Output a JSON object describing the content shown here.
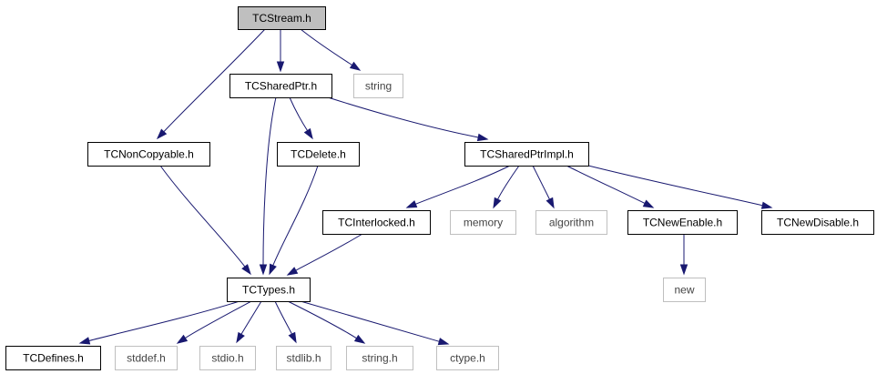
{
  "diagram": {
    "type": "include-dependency-graph",
    "colors": {
      "edge": "#191970",
      "root_fill": "#bfbfbf",
      "node_fill": "#ffffff",
      "node_border": "#000000",
      "external_border": "#bfbfbf"
    },
    "nodes": [
      {
        "id": "tcstream",
        "label": "TCStream.h",
        "kind": "root"
      },
      {
        "id": "string",
        "label": "string",
        "kind": "external"
      },
      {
        "id": "tcsharedptr",
        "label": "TCSharedPtr.h",
        "kind": "header"
      },
      {
        "id": "tcnoncopyable",
        "label": "TCNonCopyable.h",
        "kind": "header"
      },
      {
        "id": "tcdelete",
        "label": "TCDelete.h",
        "kind": "header"
      },
      {
        "id": "tcsharedptrimpl",
        "label": "TCSharedPtrImpl.h",
        "kind": "header"
      },
      {
        "id": "tcinterlocked",
        "label": "TCInterlocked.h",
        "kind": "header"
      },
      {
        "id": "memory",
        "label": "memory",
        "kind": "external"
      },
      {
        "id": "algorithm",
        "label": "algorithm",
        "kind": "external"
      },
      {
        "id": "tcnewenable",
        "label": "TCNewEnable.h",
        "kind": "header"
      },
      {
        "id": "tcnewdisable",
        "label": "TCNewDisable.h",
        "kind": "header"
      },
      {
        "id": "new",
        "label": "new",
        "kind": "external"
      },
      {
        "id": "tctypes",
        "label": "TCTypes.h",
        "kind": "header"
      },
      {
        "id": "tcdefines",
        "label": "TCDefines.h",
        "kind": "header"
      },
      {
        "id": "stddef",
        "label": "stddef.h",
        "kind": "external"
      },
      {
        "id": "stdio",
        "label": "stdio.h",
        "kind": "external"
      },
      {
        "id": "stdlib",
        "label": "stdlib.h",
        "kind": "external"
      },
      {
        "id": "stringh",
        "label": "string.h",
        "kind": "external"
      },
      {
        "id": "ctype",
        "label": "ctype.h",
        "kind": "external"
      }
    ],
    "edges": [
      {
        "from": "tcstream",
        "to": "tcnoncopyable"
      },
      {
        "from": "tcstream",
        "to": "tcsharedptr"
      },
      {
        "from": "tcstream",
        "to": "string"
      },
      {
        "from": "tcsharedptr",
        "to": "tctypes"
      },
      {
        "from": "tcsharedptr",
        "to": "tcdelete"
      },
      {
        "from": "tcsharedptr",
        "to": "tcsharedptrimpl"
      },
      {
        "from": "tcnoncopyable",
        "to": "tctypes"
      },
      {
        "from": "tcdelete",
        "to": "tctypes"
      },
      {
        "from": "tcsharedptrimpl",
        "to": "tcinterlocked"
      },
      {
        "from": "tcsharedptrimpl",
        "to": "memory"
      },
      {
        "from": "tcsharedptrimpl",
        "to": "algorithm"
      },
      {
        "from": "tcsharedptrimpl",
        "to": "tcnewenable"
      },
      {
        "from": "tcsharedptrimpl",
        "to": "tcnewdisable"
      },
      {
        "from": "tcinterlocked",
        "to": "tctypes"
      },
      {
        "from": "tcnewenable",
        "to": "new"
      },
      {
        "from": "tctypes",
        "to": "tcdefines"
      },
      {
        "from": "tctypes",
        "to": "stddef"
      },
      {
        "from": "tctypes",
        "to": "stdio"
      },
      {
        "from": "tctypes",
        "to": "stdlib"
      },
      {
        "from": "tctypes",
        "to": "stringh"
      },
      {
        "from": "tctypes",
        "to": "ctype"
      }
    ]
  }
}
